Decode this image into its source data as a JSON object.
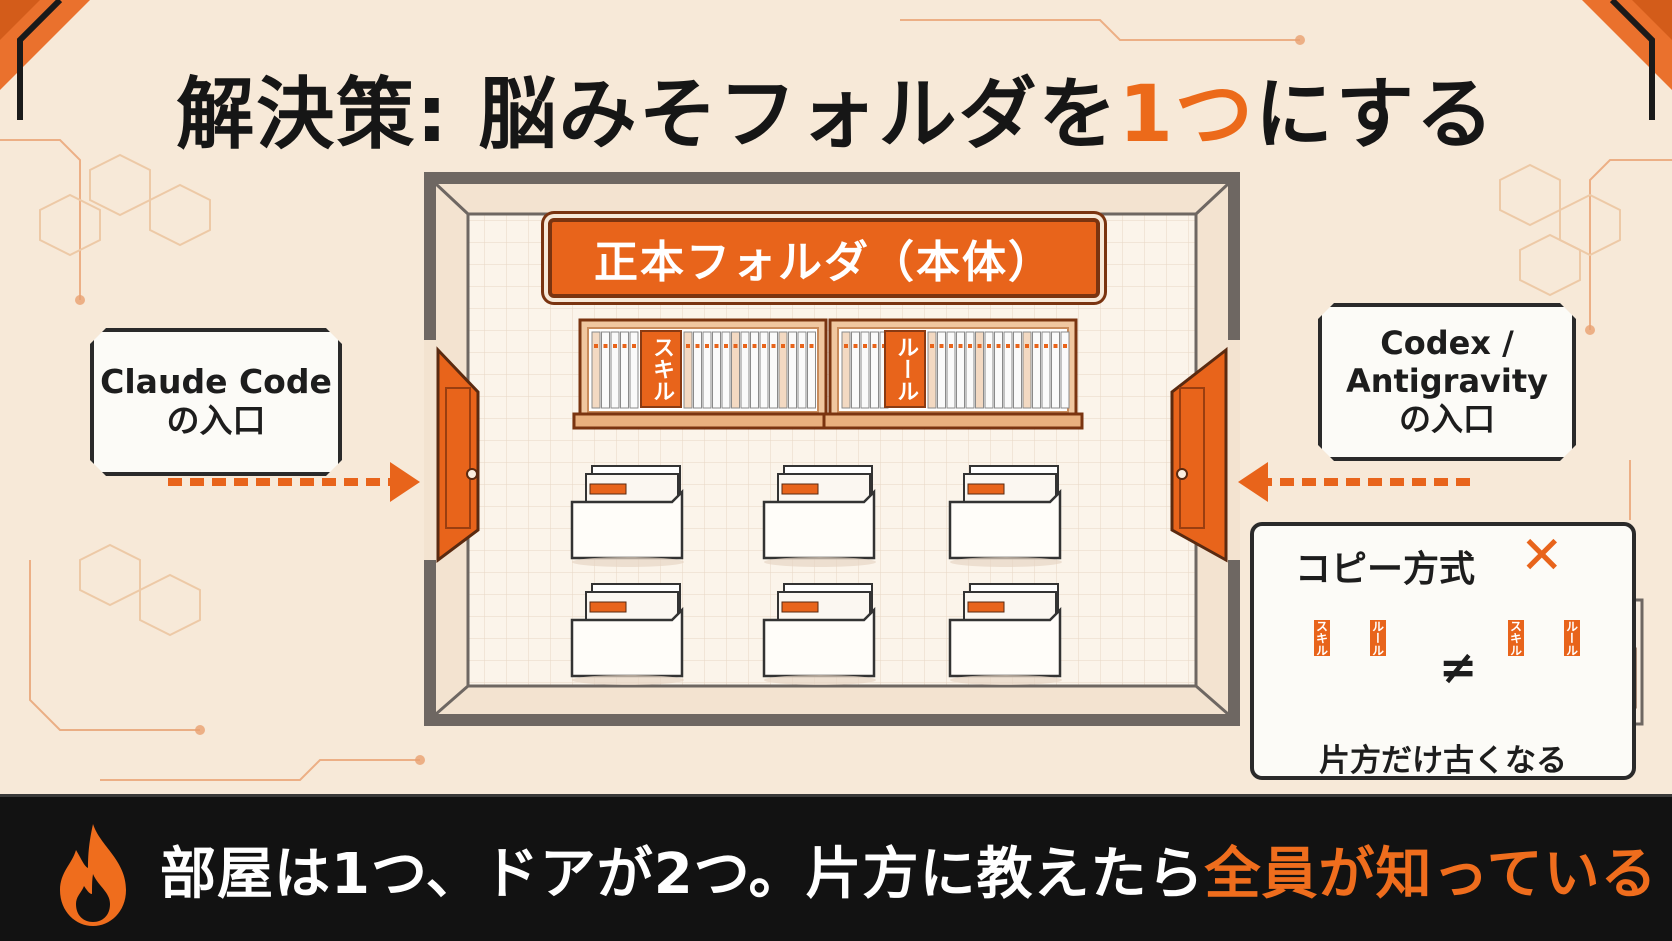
{
  "title": {
    "prefix": "解決策: 脳みそフォルダを",
    "accent": "1つ",
    "suffix": "にする"
  },
  "room_label": "正本フォルダ（本体）",
  "shelves": {
    "left_label": "スキル",
    "right_label": "ルール"
  },
  "entries": {
    "left": {
      "line1": "Claude Code",
      "line2": "の入口"
    },
    "right": {
      "line1": "Codex /",
      "line2": "Antigravity",
      "line3": "の入口"
    }
  },
  "copy_method": {
    "title": "コピー方式",
    "mark": "✕",
    "neq": "≠",
    "mini_left_label": "スキル",
    "mini_right_label": "ルール",
    "caption": "片方だけ古くなる"
  },
  "banner": {
    "prefix": "部屋は1つ、ドアが2つ。片方に教えたら",
    "accent": "全員が知っている"
  },
  "colors": {
    "accent": "#e8641b",
    "background": "#f7e9d8",
    "dark": "#121212"
  },
  "icons": [
    "flame-icon",
    "door-icon",
    "folder-icon",
    "bookshelf-icon",
    "arrow-right-icon",
    "arrow-left-icon",
    "cross-icon"
  ]
}
